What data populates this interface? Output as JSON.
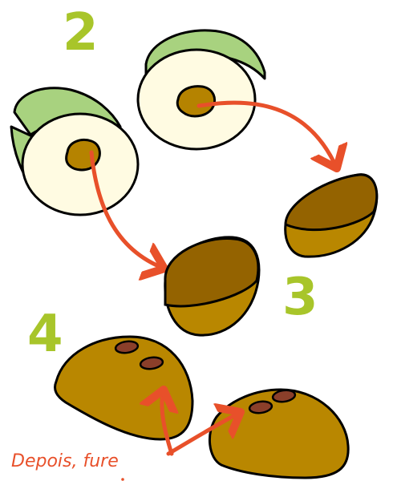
{
  "diagram": {
    "steps": [
      {
        "number": "2",
        "description_color": "#a8c52a"
      },
      {
        "number": "3",
        "description_color": "#a8c52a"
      },
      {
        "number": "4",
        "description_color": "#a8c52a"
      }
    ],
    "caption": "Depois, fure",
    "colors": {
      "step_number": "#a8c52a",
      "arrow": "#e8502a",
      "shell_outer": "#a8d27f",
      "fruit_flesh": "#fffbe2",
      "seed": "#b58300",
      "cup_inner": "#946300",
      "cup_outer": "#b98700",
      "hole": "#8b3f2a",
      "caption_text": "#e8502a"
    },
    "icons": [
      "halved-fruit-icon",
      "seed-shell-icon",
      "arrow-icon"
    ]
  }
}
